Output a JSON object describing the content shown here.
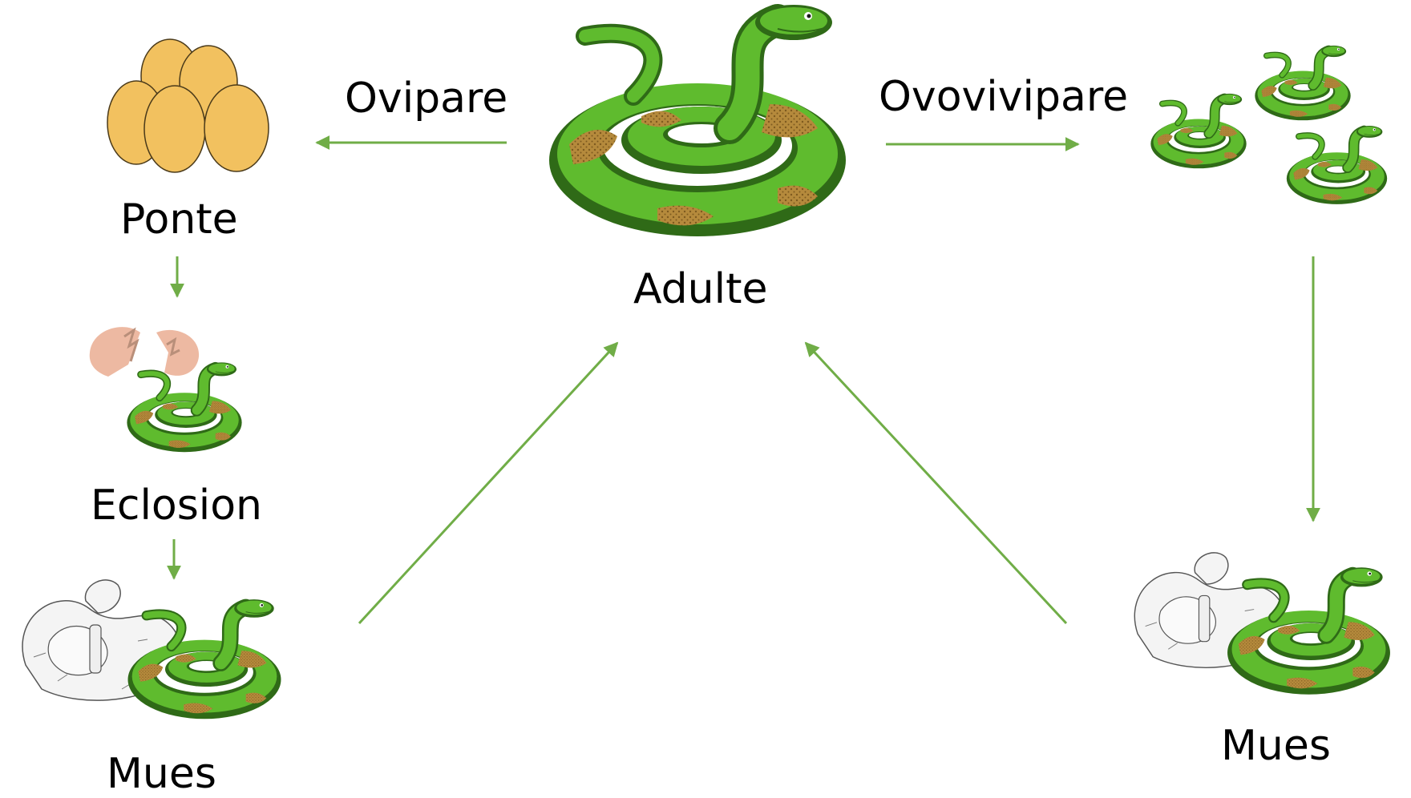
{
  "labels": {
    "adult": "Adulte",
    "oviparous": "Ovipare",
    "ovoviviparous": "Ovovivipare",
    "laying": "Ponte",
    "hatching": "Eclosion",
    "molt_left": "Mues",
    "molt_right": "Mues"
  },
  "colors": {
    "arrow": "#70ad47",
    "snake_green": "#5fbb2e",
    "snake_dark": "#2f6a17",
    "snake_pattern": "#b58a3c",
    "egg_fill": "#f2c15f",
    "egg_stroke": "#4a3a1a",
    "shed_skin": "#ececec"
  },
  "icons": {
    "adult": "coiled-snake-icon",
    "eggs": "egg-clutch-icon",
    "hatchling": "hatchling-snake-icon",
    "young": "young-snakes-icon",
    "molt": "shed-skin-icon"
  }
}
